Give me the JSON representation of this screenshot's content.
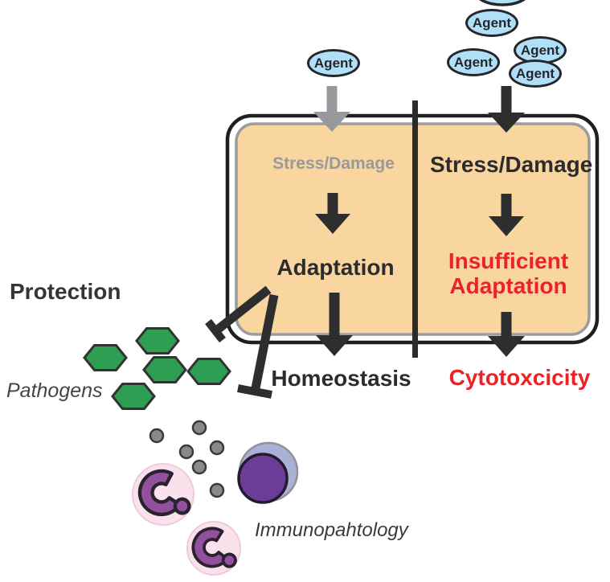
{
  "agents": {
    "label": "Agent",
    "left_count": 1,
    "right_count": 4
  },
  "cell": {
    "left": {
      "stress": "Stress/Damage",
      "adaptation": "Adaptation",
      "outcome": "Homeostasis"
    },
    "right": {
      "stress": "Stress/Damage",
      "insufficient_line1": "Insufficient",
      "insufficient_line2": "Adaptation",
      "outcome": "Cytotoxcicity"
    }
  },
  "annotations": {
    "protection": "Protection",
    "pathogens": "Pathogens",
    "immunopathology": "Immunopahtology"
  },
  "colors": {
    "cell_fill": "#F9D6A0",
    "membrane_gray": "#9A9C9E",
    "membrane_black": "#1F1F1F",
    "agent_fill": "#AFE0F7",
    "ink": "#2C2C2E",
    "muted_gray": "#97999C",
    "alert_red": "#EC2227",
    "pathogen_green": "#2E9E53",
    "cell_body_purple": "#6C3D97",
    "halo_blue": "#ABB0D6",
    "immune_pink": "#F9E2EC",
    "nucleus_purple": "#91519F",
    "dot_gray": "#8A8A8A"
  }
}
